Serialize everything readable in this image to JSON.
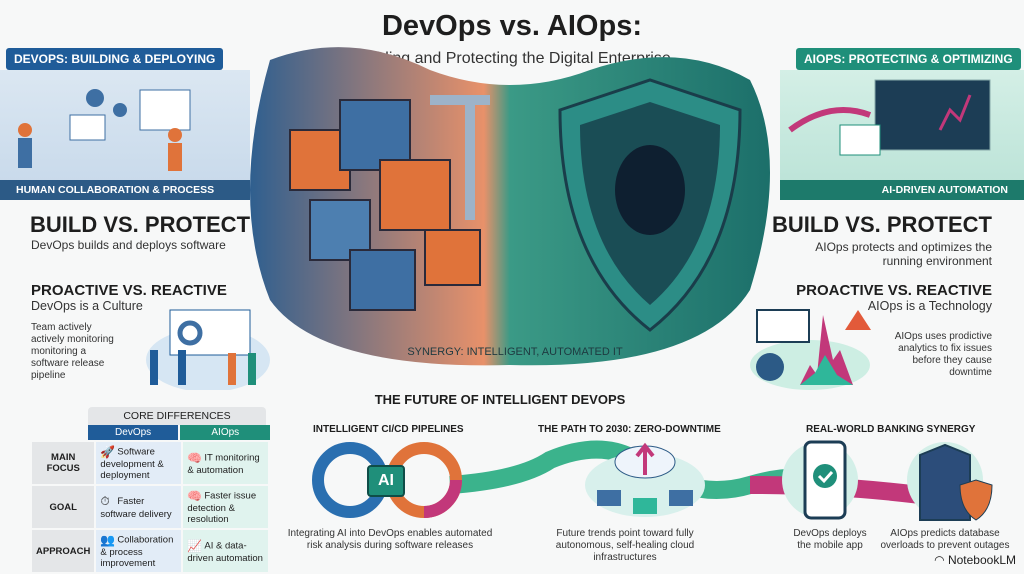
{
  "title": "DevOps vs. AIOps:",
  "subtitle": "Building and Protecting the Digital Enterprise",
  "left": {
    "banner": "DEVOPS: BUILDING & DEPLOYING",
    "illustration_caption": "HUMAN COLLABORATION & PROCESS",
    "build_heading": "BUILD VS. PROTECT",
    "build_text": "DevOps builds and deploys software",
    "proactive_heading": "PROACTIVE VS. REACTIVE",
    "proactive_sub": "DevOps is a Culture",
    "proactive_text": "Team actively actively monitoring monitoring a software release pipeline"
  },
  "right": {
    "banner": "AIOPS: PROTECTING & OPTIMIZING",
    "illustration_caption": "AI-DRIVEN AUTOMATION",
    "build_heading": "BUILD VS. PROTECT",
    "build_text": "AIOps protects and optimizes the running environment",
    "proactive_heading": "PROACTIVE VS. REACTIVE",
    "proactive_sub": "AIOps is a Technology",
    "proactive_text": "AIOps uses prodictive analytics to fix issues before they cause downtime"
  },
  "center": {
    "synergy": "SYNERGY: INTELLIGENT, AUTOMATED IT"
  },
  "future": {
    "heading": "THE FUTURE OF INTELLIGENT DEVOPS",
    "sections": [
      {
        "title": "INTELLIGENT CI/CD PIPELINES",
        "chip": "AI",
        "text": "Integrating AI into DevOps enables automated risk analysis during software releases"
      },
      {
        "title": "THE PATH TO 2030: ZERO-DOWNTIME",
        "text": "Future trends point toward fully autonomous, self-healing cloud infrastructures"
      },
      {
        "title": "REAL-WORLD BANKING SYNERGY",
        "text_a": "DevOps deploys the mobile app",
        "text_b": "AIOps predicts database overloads to prevent outages"
      }
    ]
  },
  "table": {
    "title": "CORE DIFFERENCES",
    "columns": [
      "DevOps",
      "AIOps"
    ],
    "rows": [
      {
        "label": "MAIN FOCUS",
        "devops": "Software development & deployment",
        "aiops": "IT monitoring & automation",
        "devops_icon": "rocket-icon",
        "aiops_icon": "brain-head-icon"
      },
      {
        "label": "GOAL",
        "devops": "Faster software delivery",
        "aiops": "Faster issue detection & resolution",
        "devops_icon": "stopwatch-icon",
        "aiops_icon": "brain-head-icon"
      },
      {
        "label": "APPROACH",
        "devops": "Collaboration & process improvement",
        "aiops": "AI & data-driven automation",
        "devops_icon": "people-icon",
        "aiops_icon": "chart-icon"
      }
    ]
  },
  "brand": "NotebookLM",
  "colors": {
    "devops_blue": "#1f5c99",
    "aiops_teal": "#1f8f7a",
    "orange": "#e0733a",
    "magenta": "#c2387a"
  }
}
